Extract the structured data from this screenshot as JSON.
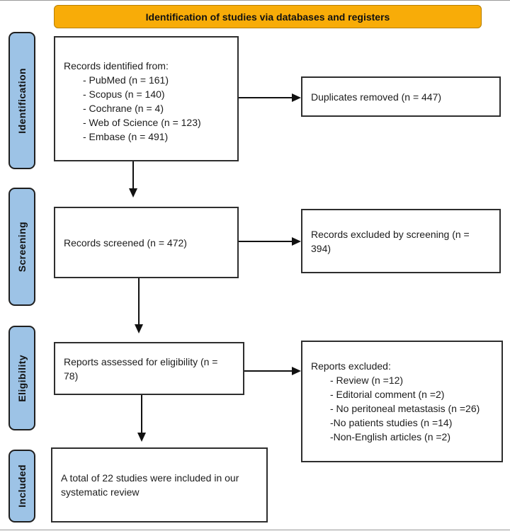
{
  "figure": {
    "header": {
      "title": "Identification of studies via databases and registers"
    },
    "stages": [
      {
        "label": "Identification"
      },
      {
        "label": "Screening"
      },
      {
        "label": "Eligibility"
      },
      {
        "label": "Included"
      }
    ],
    "boxes": {
      "records_identified": {
        "title": "Records identified from:",
        "items": [
          "- PubMed (n = 161)",
          "- Scopus (n = 140)",
          "- Cochrane (n = 4)",
          "- Web of Science (n = 123)",
          "- Embase (n = 491)"
        ]
      },
      "duplicates_removed": {
        "text": "Duplicates removed (n = 447)"
      },
      "records_screened": {
        "text": "Records screened (n = 472)"
      },
      "records_excluded_screening": {
        "text": "Records excluded by screening (n = 394)"
      },
      "reports_assessed": {
        "text": "Reports assessed for eligibility (n = 78)"
      },
      "reports_excluded": {
        "title": "Reports excluded:",
        "items": [
          "- Review (n =12)",
          "- Editorial comment (n =2)",
          "- No peritoneal metastasis (n =26)",
          "-No patients studies (n =14)",
          "-Non-English articles (n =2)"
        ]
      },
      "included_studies": {
        "text": "A total of 22 studies were included in our systematic review"
      }
    },
    "colors": {
      "header_bg": "#F8AC08",
      "stage_bg": "#9DC3E6",
      "box_border": "#2e2e2e"
    }
  }
}
